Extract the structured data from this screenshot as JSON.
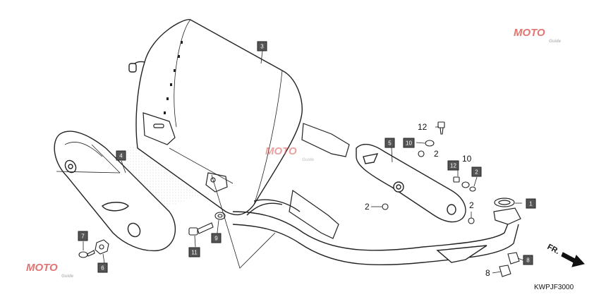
{
  "diagram_code": "KWPJF3000",
  "direction_label": "FR.",
  "watermark": {
    "text": "MOTO",
    "subtext": "Guide"
  },
  "boxed_callouts": {
    "c1": "1",
    "c2": "2",
    "c3": "3",
    "c4": "4",
    "c5": "5",
    "c6": "6",
    "c7": "7",
    "c8": "8",
    "c9": "9",
    "c10": "10",
    "c11": "11",
    "c12": "12"
  },
  "plain_callouts": {
    "p12": "12",
    "p2a": "2",
    "p10": "10",
    "p2b": "2",
    "p2c": "2",
    "p8": "8"
  },
  "colors": {
    "callout_bg": "#555555",
    "watermark_red": "#d9534f",
    "watermark_gray": "#a9a9a9",
    "line": "#222222"
  }
}
